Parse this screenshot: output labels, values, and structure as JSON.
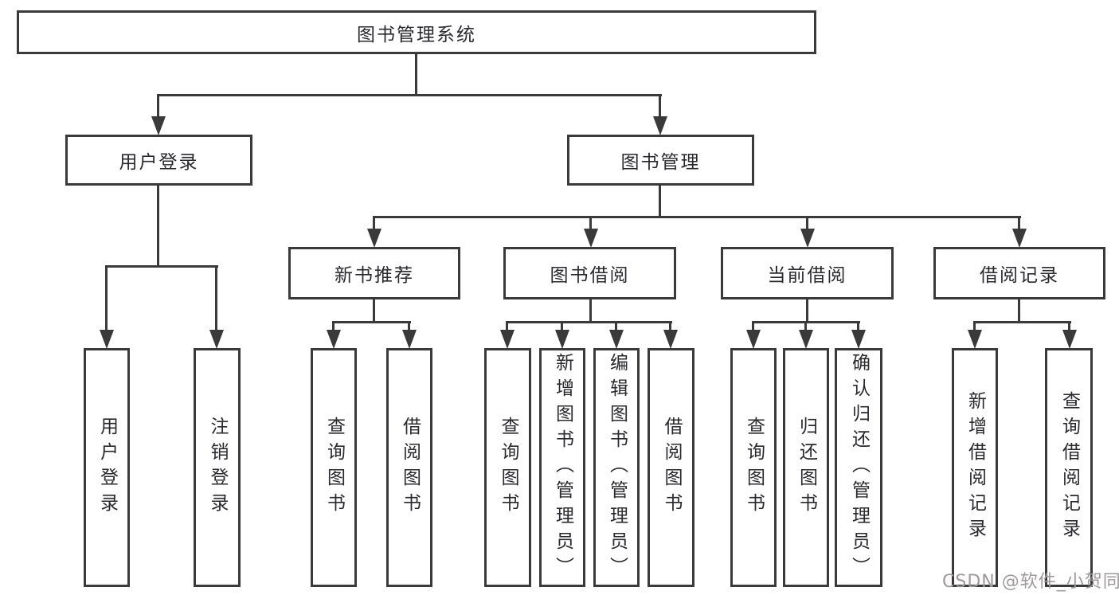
{
  "diagram": {
    "watermark": "CSDN @软件_小贺同学",
    "colors": {
      "line": "#3a3a3a",
      "text": "#2a2a2e",
      "background": "#ffffff",
      "watermark": "#9e9a9b"
    },
    "root": {
      "label": "图书管理系统"
    },
    "level2": [
      {
        "label": "用户登录"
      },
      {
        "label": "图书管理"
      }
    ],
    "level3": [
      {
        "label": "新书推荐"
      },
      {
        "label": "图书借阅"
      },
      {
        "label": "当前借阅"
      },
      {
        "label": "借阅记录"
      }
    ],
    "leaves": {
      "user_login": [
        "用户登录",
        "注销登录"
      ],
      "new_book": [
        "查询图书",
        "借阅图书"
      ],
      "book_borrow": [
        "查询图书",
        "新增图书（管理员）",
        "编辑图书（管理员）",
        "借阅图书"
      ],
      "current_borrow": [
        "查询图书",
        "归还图书",
        "确认归还（管理员）"
      ],
      "borrow_record": [
        "新增借阅记录",
        "查询借阅记录"
      ]
    }
  }
}
